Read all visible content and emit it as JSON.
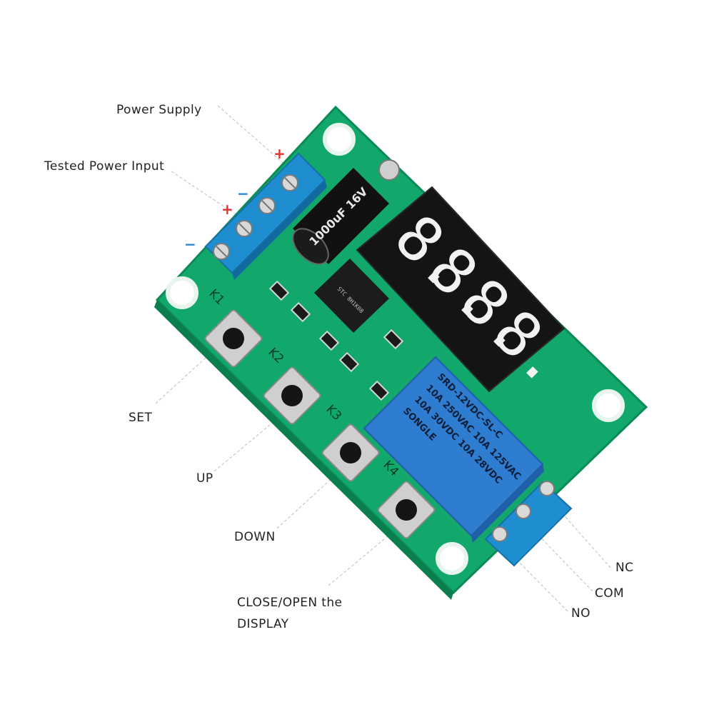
{
  "labels": {
    "power_supply": "Power Supply",
    "tested_power_input": "Tested Power Input",
    "set": "SET",
    "up": "UP",
    "down": "DOWN",
    "close_open_line1": "CLOSE/OPEN the",
    "close_open_line2": "DISPLAY",
    "nc": "NC",
    "com": "COM",
    "no": "NO"
  },
  "polarity": {
    "plus": "+",
    "minus": "−"
  },
  "board": {
    "button_labels": [
      "K1",
      "K2",
      "K3",
      "K4"
    ],
    "display_digits": [
      "8.",
      "8.",
      "8.",
      "8."
    ],
    "capacitor_text": "1000uF  16V",
    "chip_text": "STC 8H1K08",
    "relay_lines": [
      "SRD-12VDC-SL-C",
      "10A 250VAC  10A 125VAC",
      "10A 30VDC  10A 28VDC",
      "SONGLE"
    ]
  },
  "colors": {
    "pcb": "#12a86c",
    "pcb_light": "#1fc07f",
    "terminal": "#1f8ed0",
    "relay": "#2f7dd0",
    "plus_sign": "#e53030",
    "minus_sign": "#2b86d4",
    "display": "#141414",
    "segment": "#f2f2f2"
  }
}
